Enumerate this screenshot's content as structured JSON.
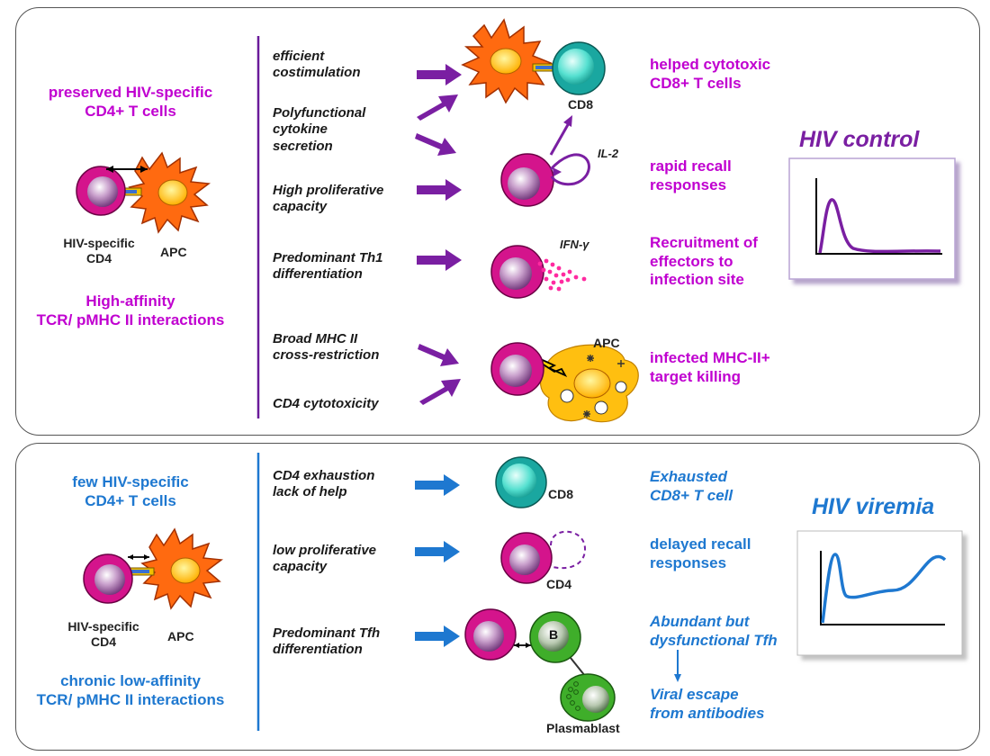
{
  "top": {
    "left_title": "preserved HIV-specific\nCD4+ T cells",
    "left_cell_label": "HIV-specific\nCD4",
    "left_apc_label": "APC",
    "left_interaction": "High-affinity\nTCR/ pMHC II interactions",
    "mechanisms": [
      "efficient\ncostimulation",
      "Polyfunctional\ncytokine\nsecretion",
      "High proliferative\ncapacity",
      "Predominant Th1\ndifferentiation",
      "Broad MHC II\ncross-restriction",
      "CD4 cytotoxicity"
    ],
    "cd8_label": "CD8",
    "il2_label": "IL-2",
    "ifn_label": "IFN-γ",
    "apc_label": "APC",
    "outcomes": [
      "helped cytotoxic\nCD8+ T cells",
      "rapid recall\nresponses",
      "Recruitment of\neffectors to\ninfection site",
      "infected  MHC-II+\ntarget killing"
    ],
    "result_title": "HIV control"
  },
  "bottom": {
    "left_title": "few HIV-specific\nCD4+ T cells",
    "left_cell_label": "HIV-specific\nCD4",
    "left_apc_label": "APC",
    "left_interaction": "chronic low-affinity\nTCR/ pMHC II interactions",
    "mechanisms": [
      "CD4 exhaustion\nlack of help",
      "low proliferative\ncapacity",
      "Predominant Tfh\ndifferentiation"
    ],
    "cd8_label": "CD8",
    "cd4_label": "CD4",
    "b_label": "B",
    "plasmablast_label": "Plasmablast",
    "outcomes": [
      "Exhausted\nCD8+ T cell",
      "delayed recall\nresponses",
      "Abundant but\ndysfunctional Tfh",
      "Viral escape\nfrom antibodies"
    ],
    "result_title": "HIV viremia"
  },
  "colors": {
    "purple": "#c000d0",
    "dark_purple": "#7a1fa2",
    "blue": "#1e78d0",
    "apc_orange": "#ff6a10",
    "cd4_magenta": "#d4148c",
    "cd8_teal": "#1aa7a0",
    "b_cell_green": "#3fae2a",
    "target_yellow": "#ffbf10"
  }
}
